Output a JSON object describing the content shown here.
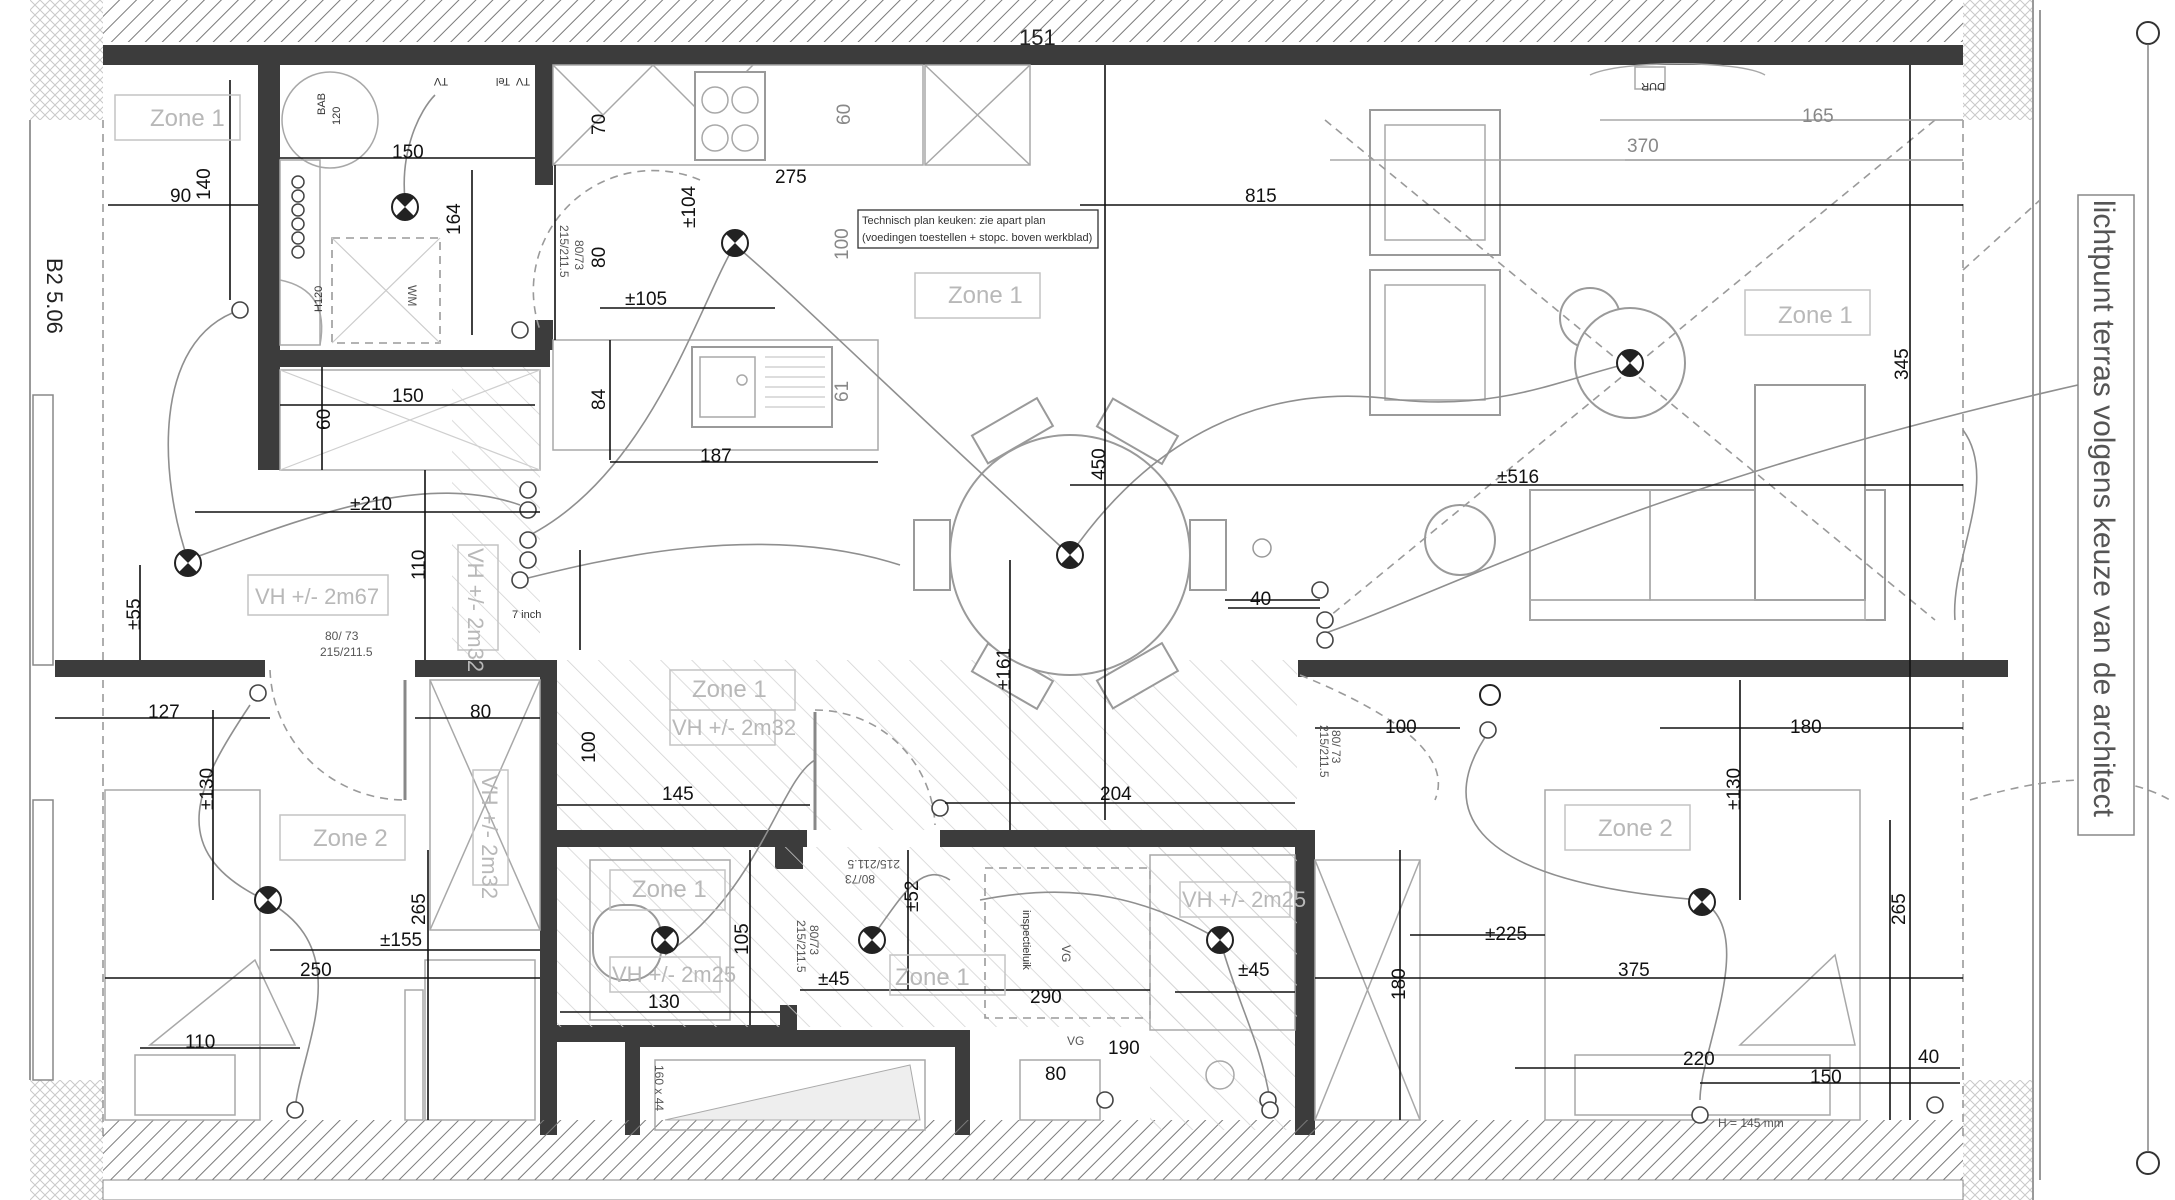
{
  "plan": {
    "unit_code": "B2 5.06",
    "top_label": "151",
    "side_note": "lichtpunt terras volgens keuze van de architect",
    "kitchen_note": [
      "Technisch plan keuken: zie apart plan",
      "(voedingen toestellen + stopc. boven werkblad)"
    ],
    "zones": [
      "Zone 1",
      "Zone 1",
      "Zone 1",
      "Zone 1",
      "Zone 1",
      "Zone 1",
      "Zone 2",
      "Zone 2"
    ],
    "vh_labels": [
      "VH +/- 2m67",
      "VH +/- 2m32",
      "VH +/- 2m32",
      "VH +/- 2m32",
      "VH +/- 2m25",
      "VH +/- 2m25"
    ],
    "dims_black": [
      "90",
      "140",
      "150",
      "164",
      "70",
      "80",
      "84",
      "±105",
      "±104",
      "275",
      "150",
      "60",
      "187",
      "815",
      "450",
      "±516",
      "345",
      "±210",
      "110",
      "±55",
      "40",
      "127",
      "80",
      "±130",
      "100",
      "145",
      "204",
      "±161",
      "100",
      "180",
      "±130",
      "265",
      "±155",
      "250",
      "105",
      "±45",
      "130",
      "±52",
      "290",
      "±45",
      "±225",
      "375",
      "265",
      "180",
      "110",
      "190",
      "80",
      "220",
      "150",
      "40"
    ],
    "dims_grey": [
      "165",
      "370",
      "60",
      "100",
      "61"
    ],
    "door_labels": [
      "80/ 73",
      "215/211.5",
      "80/73",
      "215/211.5",
      "80/73",
      "215/211.5",
      "80/73",
      "215/211.5",
      "80/ 73",
      "215/211.5"
    ],
    "equip_labels": [
      "TV",
      "Tel",
      "TV",
      "WM",
      "H120",
      "7 inch",
      "VG",
      "VG",
      "inspectieluik",
      "DUR"
    ],
    "bath_label": "160 x 44",
    "height_note": "H = 145 mm",
    "appliance_labels": [
      "BAB",
      "120"
    ]
  }
}
